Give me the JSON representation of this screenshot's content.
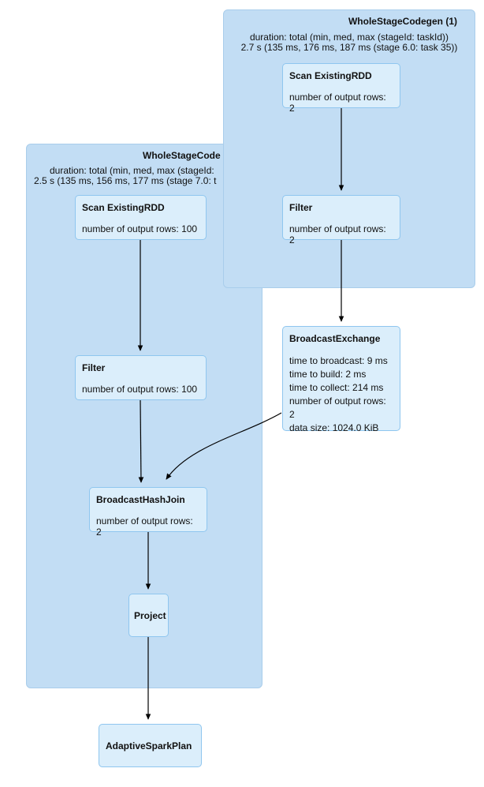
{
  "clusters": {
    "codegen1": {
      "title": "WholeStageCodegen (1)",
      "duration_line1": "duration: total (min, med, max (stageId: taskId))",
      "duration_line2": "2.7 s (135 ms, 176 ms, 187 ms (stage 6.0: task 35))"
    },
    "codegen2": {
      "title": "WholeStageCode",
      "duration_line1": "duration: total (min, med, max (stageId:",
      "duration_line2": "2.5 s (135 ms, 156 ms, 177 ms (stage 7.0: t"
    }
  },
  "nodes": {
    "scan_rdd_1": {
      "title": "Scan ExistingRDD",
      "metrics": [
        "number of output rows: 2"
      ]
    },
    "filter_1": {
      "title": "Filter",
      "metrics": [
        "number of output rows: 2"
      ]
    },
    "scan_rdd_2": {
      "title": "Scan ExistingRDD",
      "metrics": [
        "number of output rows: 100"
      ]
    },
    "filter_2": {
      "title": "Filter",
      "metrics": [
        "number of output rows: 100"
      ]
    },
    "broadcast_exchange": {
      "title": "BroadcastExchange",
      "metrics": [
        "time to broadcast: 9 ms",
        "time to build: 2 ms",
        "time to collect: 214 ms",
        "number of output rows: 2",
        "data size: 1024.0 KiB"
      ]
    },
    "broadcast_hash_join": {
      "title": "BroadcastHashJoin",
      "metrics": [
        "number of output rows: 2"
      ]
    },
    "project": {
      "title": "Project"
    },
    "adaptive_spark_plan": {
      "title": "AdaptiveSparkPlan"
    }
  },
  "colors": {
    "cluster_fill": "#c2ddf4",
    "cluster_border": "#a9cdeb",
    "node_fill": "#dbeefb",
    "node_border": "#8fc6ef",
    "edge": "#000000",
    "text": "#111111"
  }
}
